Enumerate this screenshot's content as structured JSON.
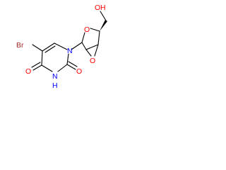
{
  "atoms": {
    "br": "Br",
    "n1": "N",
    "nh": "N",
    "nh_h": "H",
    "o_carbonyl_4": "O",
    "o_carbonyl_2": "O",
    "o_ring": "O",
    "o_epoxide": "O",
    "o_hydroxyl": "O",
    "hydroxyl_h": "H"
  },
  "colors": {
    "bond": "#000000",
    "oxygen": "#ff0000",
    "nitrogen": "#0000ff",
    "bromine": "#a52a2a"
  }
}
